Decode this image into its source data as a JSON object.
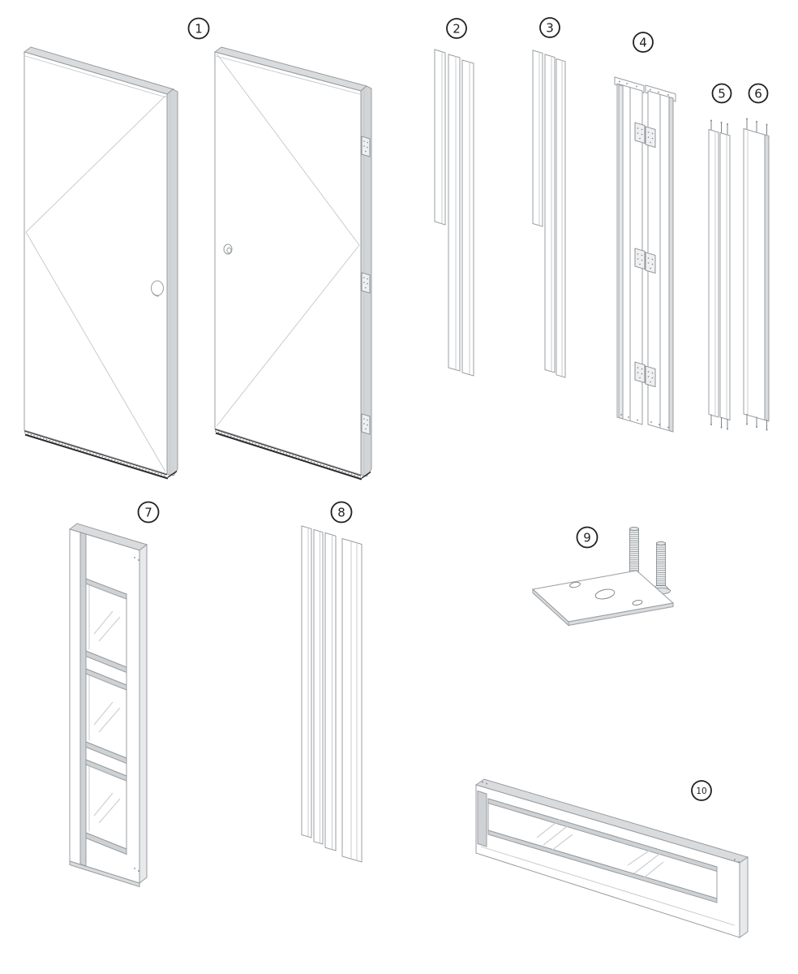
{
  "diagram": {
    "kind": "exploded-parts-diagram-door-set",
    "background": "#ffffff",
    "colors": {
      "outline": "#989da0",
      "edge_fill": "#d9dbdd",
      "reveal_fill": "#cfd2d4",
      "glass_line": "#ccd0d3",
      "dark_edge": "#2b2b2e",
      "callout": "#1f2023"
    },
    "callouts": [
      {
        "label": "1",
        "part": "door-leaves-pair"
      },
      {
        "label": "2",
        "part": "trim-strip-set-a"
      },
      {
        "label": "3",
        "part": "trim-strip-set-b"
      },
      {
        "label": "4",
        "part": "hinge-jambs"
      },
      {
        "label": "5",
        "part": "pinned-strips-narrow"
      },
      {
        "label": "6",
        "part": "pinned-strips-wide"
      },
      {
        "label": "7",
        "part": "sidelight-frame"
      },
      {
        "label": "8",
        "part": "glazing-beads"
      },
      {
        "label": "9",
        "part": "mounting-plate-with-bolts"
      },
      {
        "label": "10",
        "part": "transom-frame"
      }
    ]
  }
}
